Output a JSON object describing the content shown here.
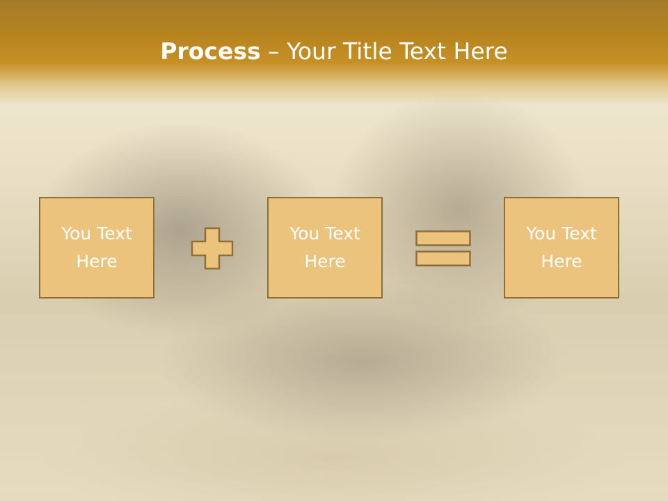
{
  "slide": {
    "title_bold": "Process",
    "title_rest": " – Your Title Text Here"
  },
  "process": {
    "boxes": [
      {
        "text": "You Text Here"
      },
      {
        "text": "You Text Here"
      },
      {
        "text": "You Text Here"
      }
    ],
    "operators": [
      "plus-icon",
      "equals-icon"
    ]
  },
  "colors": {
    "title_band": "#b8841f",
    "box_fill": "#ebc37d",
    "box_border": "#8f6f36",
    "text": "#ffffff"
  }
}
